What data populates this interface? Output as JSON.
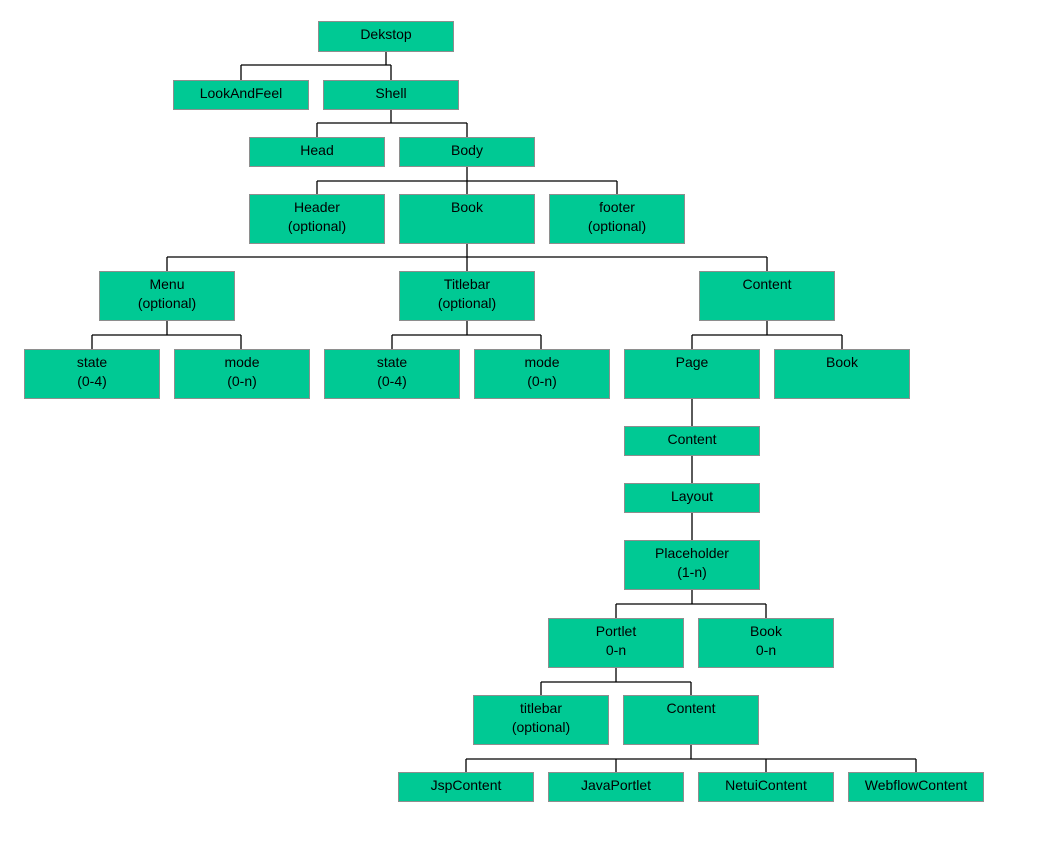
{
  "nodes": {
    "desktop": {
      "line1": "Dekstop",
      "line2": ""
    },
    "look_and_feel": {
      "line1": "LookAndFeel",
      "line2": ""
    },
    "shell": {
      "line1": "Shell",
      "line2": ""
    },
    "head": {
      "line1": "Head",
      "line2": ""
    },
    "body": {
      "line1": "Body",
      "line2": ""
    },
    "header": {
      "line1": "Header",
      "line2": "(optional)"
    },
    "book_main": {
      "line1": "Book",
      "line2": ""
    },
    "footer": {
      "line1": "footer",
      "line2": "(optional)"
    },
    "menu": {
      "line1": "Menu",
      "line2": "(optional)"
    },
    "titlebar": {
      "line1": "Titlebar",
      "line2": "(optional)"
    },
    "content_main": {
      "line1": "Content",
      "line2": ""
    },
    "menu_state": {
      "line1": "state",
      "line2": "(0-4)"
    },
    "menu_mode": {
      "line1": "mode",
      "line2": "(0-n)"
    },
    "titlebar_state": {
      "line1": "state",
      "line2": "(0-4)"
    },
    "titlebar_mode": {
      "line1": "mode",
      "line2": "(0-n)"
    },
    "page": {
      "line1": "Page",
      "line2": ""
    },
    "book_sub": {
      "line1": "Book",
      "line2": ""
    },
    "page_content": {
      "line1": "Content",
      "line2": ""
    },
    "layout": {
      "line1": "Layout",
      "line2": ""
    },
    "placeholder": {
      "line1": "Placeholder",
      "line2": "(1-n)"
    },
    "portlet": {
      "line1": "Portlet",
      "line2": "0-n"
    },
    "placeholder_book": {
      "line1": "Book",
      "line2": "0-n"
    },
    "portlet_titlebar": {
      "line1": "titlebar",
      "line2": "(optional)"
    },
    "portlet_content": {
      "line1": "Content",
      "line2": ""
    },
    "jsp_content": {
      "line1": "JspContent",
      "line2": ""
    },
    "java_portlet": {
      "line1": "JavaPortlet",
      "line2": ""
    },
    "netui_content": {
      "line1": "NetuiContent",
      "line2": ""
    },
    "webflow_content": {
      "line1": "WebflowContent",
      "line2": ""
    }
  },
  "colors": {
    "node_fill": "#00c994",
    "node_border": "#8e8e8e",
    "connector": "#000000",
    "background": "#ffffff"
  }
}
